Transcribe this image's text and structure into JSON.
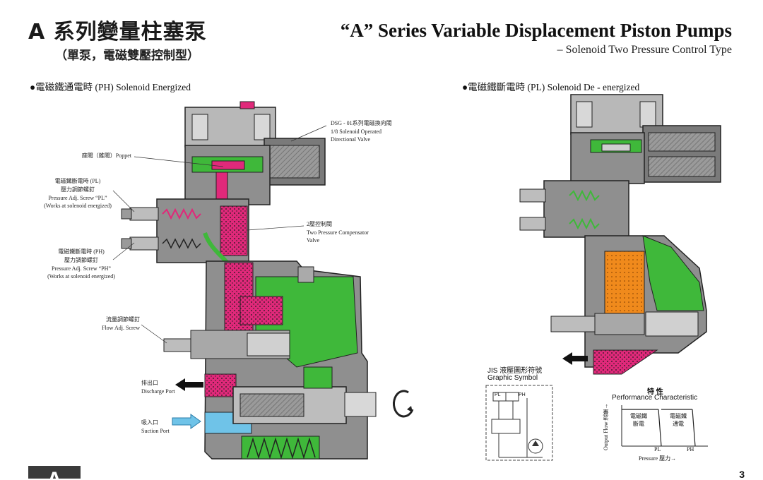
{
  "header": {
    "title_cn": "A 系列變量柱塞泵",
    "subtitle_cn": "（單泵，電磁雙壓控制型）",
    "title_en": "“A” Series Variable Displacement Piston Pumps",
    "subtitle_en": "– Solenoid Two Pressure Control Type"
  },
  "left_diagram": {
    "section_title": "●電磁鐵通電時 (PH)  Solenoid Energized",
    "labels": {
      "valve_cn": "DSG - 01系列電磁換向閥",
      "valve_en1": "1/8 Solenoid Operated",
      "valve_en2": "Directional Valve",
      "poppet": "座閥（錐閥）Poppet",
      "pl_cn1": "電磁鐵斷電時 (PL)",
      "pl_cn2": "壓力調節螺釘",
      "pl_en1": "Pressure Adj. Screw “PL”",
      "pl_en2": "(Works at solenoid energized)",
      "comp_cn": "2壓控制閥",
      "comp_en1": "Two Pressure Compensator",
      "comp_en2": "Valve",
      "ph_cn1": "電磁鐵斷電時 (PH)",
      "ph_cn2": "壓力調節螺釘",
      "ph_en1": "Pressure Adj. Screw “PH”",
      "ph_en2": "(Works at solenoid energized)",
      "flow_cn": "流量調節螺釘",
      "flow_en": "Flow Adj. Screw",
      "discharge_cn": "排出口",
      "discharge_en": "Discharge Port",
      "suction_cn": "吸入口",
      "suction_en": "Suction Port"
    }
  },
  "right_diagram": {
    "section_title": "●電磁鐵斷電時 (PL)  Solenoid De - energized"
  },
  "graphic_symbol": {
    "title_cn": "JIS 液壓圖形符號",
    "title_en": "Graphic Symbol",
    "pl": "PL",
    "ph": "PH"
  },
  "performance": {
    "title_cn": "特  性",
    "title_en": "Performance Characteristic",
    "y_label": "Output Flow 流量→",
    "zone1_line1": "電磁鐵",
    "zone1_line2": "斷電",
    "zone2_line1": "電磁鐵",
    "zone2_line2": "通電",
    "pl": "PL",
    "ph": "PH",
    "x_label": "Pressure  壓力→"
  },
  "footer": {
    "section_letter": "A",
    "page_number": "3"
  },
  "colors": {
    "body_gray": "#8f8f8f",
    "dark_gray": "#5a5a5a",
    "oil_green": "#3fb83a",
    "oil_pink": "#e0297a",
    "oil_orange": "#f08a1c",
    "suction_blue": "#6fc3e8"
  }
}
